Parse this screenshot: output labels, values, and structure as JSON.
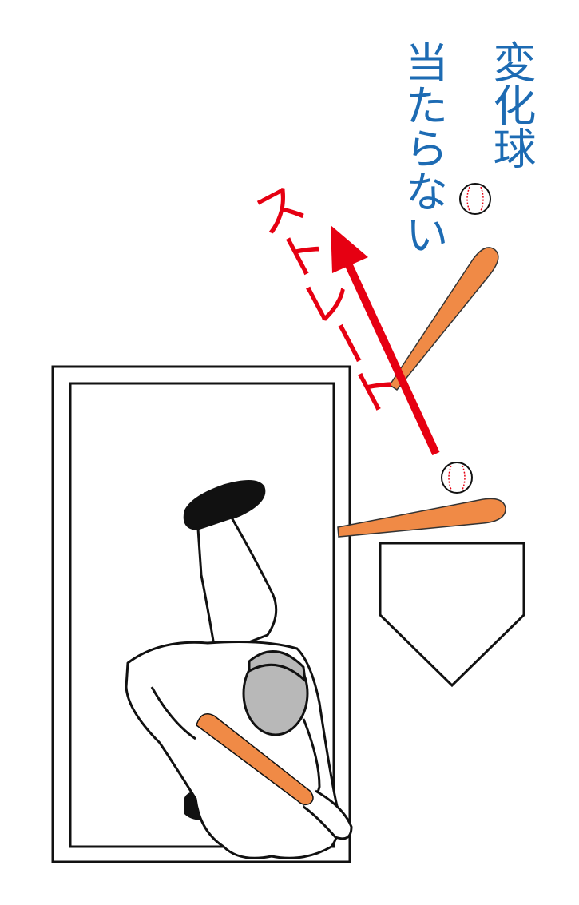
{
  "labels": {
    "breaking_ball": "変化球",
    "no_contact": "当たらない",
    "straight": "ストレート"
  },
  "colors": {
    "blue_text": "#1d6bb3",
    "red": "#e60012",
    "bat": "#f08a46",
    "helmet": "#b8b8b8",
    "outline": "#111111",
    "black": "#111111"
  },
  "icons": [
    "baseball-icon",
    "arrow-up-icon",
    "bat",
    "batter-box",
    "home-plate",
    "batter-figure"
  ]
}
